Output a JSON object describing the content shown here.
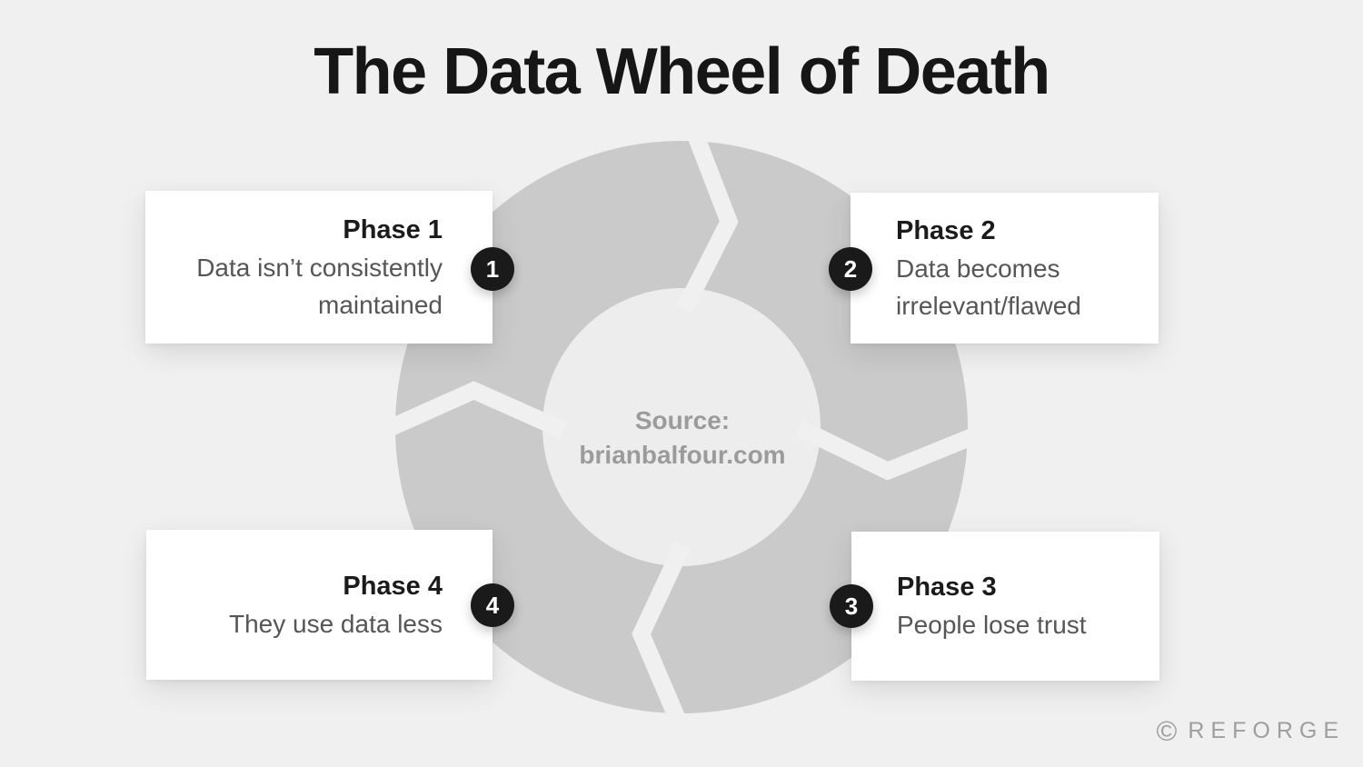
{
  "title": "The Data Wheel of Death",
  "wheel": {
    "center_label": {
      "line1": "Source:",
      "line2": "brianbalfour.com"
    }
  },
  "phases": [
    {
      "badge": "1",
      "title": "Phase 1",
      "description": "Data isn’t consistently maintained"
    },
    {
      "badge": "2",
      "title": "Phase 2",
      "description": "Data becomes irrelevant/flawed"
    },
    {
      "badge": "3",
      "title": "Phase 3",
      "description": "People lose trust"
    },
    {
      "badge": "4",
      "title": "Phase 4",
      "description": "They use data less"
    }
  ],
  "footer": {
    "copyright_symbol": "©",
    "brand": "REFORGE"
  },
  "colors": {
    "background": "#f0f0f0",
    "wheel_ring": "#cacaca",
    "wheel_hole": "#ededed",
    "gap_band": "#f0f0f0",
    "card_background": "#ffffff",
    "badge_background": "#1a1a1a",
    "badge_text": "#ffffff",
    "heading_text": "#1b1b1b",
    "body_text": "#565656",
    "source_text": "#9b9b9b",
    "logo_text": "#9e9e9e"
  }
}
